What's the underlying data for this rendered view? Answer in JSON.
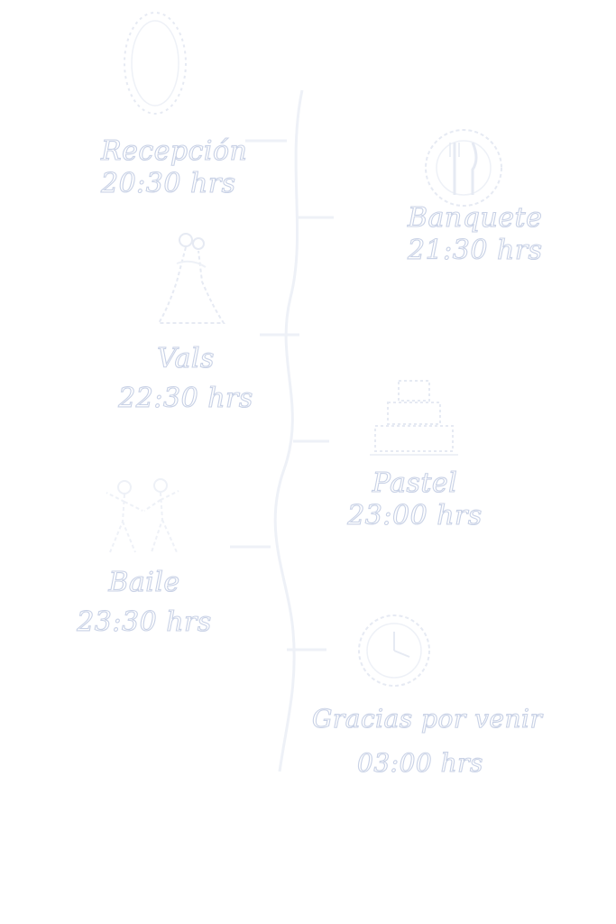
{
  "theme": {
    "outline_color": "#c9d2e6",
    "line_color": "#eef1f7",
    "background": "#ffffff"
  },
  "events": [
    {
      "name": "Recepción",
      "time": "20:30 hrs",
      "icon": "oval-frame-icon"
    },
    {
      "name": "Banquete",
      "time": "21:30 hrs",
      "icon": "fork-knife-plate-icon"
    },
    {
      "name": "Vals",
      "time": "22:30 hrs",
      "icon": "dancing-couple-icon"
    },
    {
      "name": "Pastel",
      "time": "23:00 hrs",
      "icon": "wedding-cake-icon"
    },
    {
      "name": "Baile",
      "time": "23:30 hrs",
      "icon": "dancing-people-icon"
    },
    {
      "name": "Gracias por venir",
      "time": "03:00 hrs",
      "icon": "clock-icon"
    }
  ]
}
